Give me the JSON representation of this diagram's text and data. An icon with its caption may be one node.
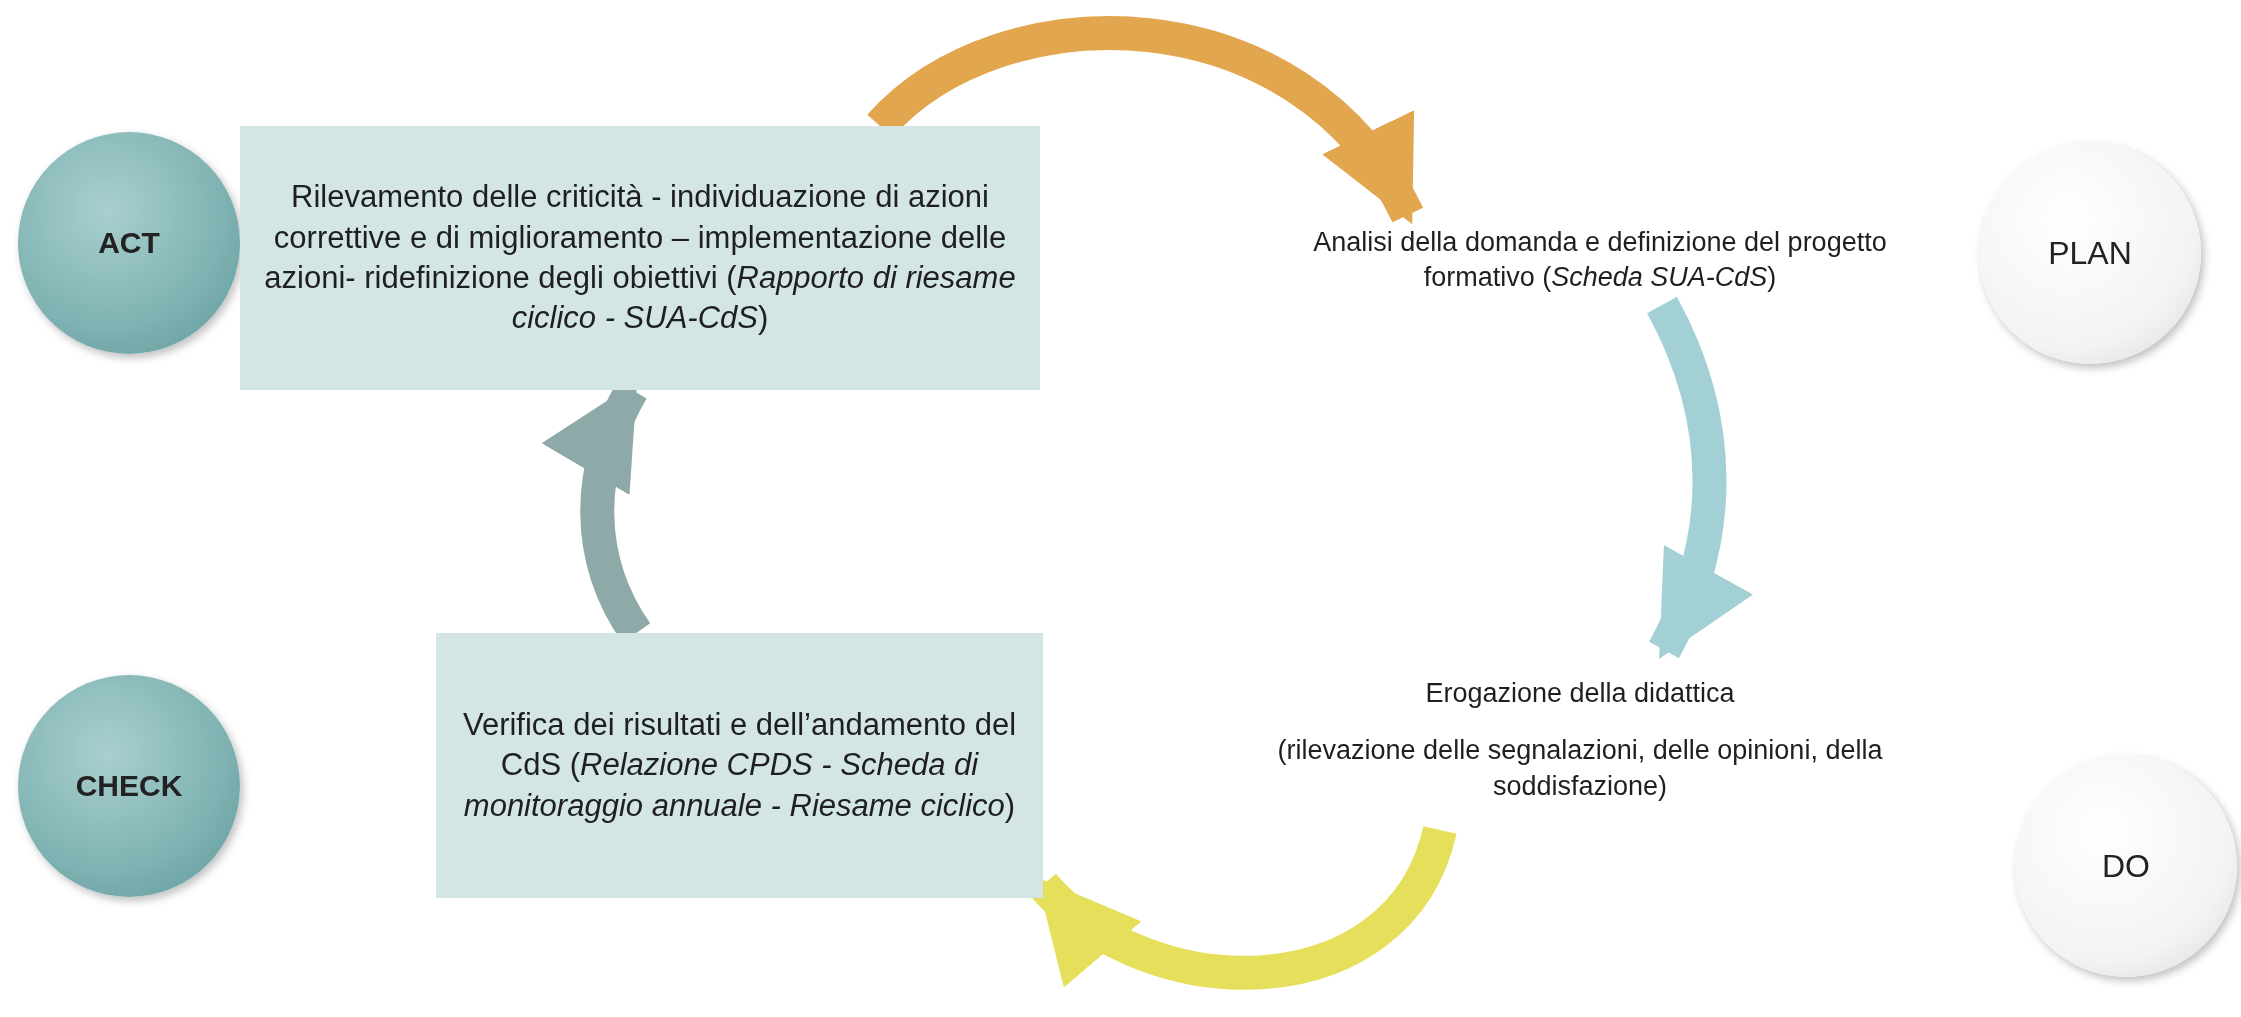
{
  "diagram": {
    "nodes": [
      {
        "text": [
          "ACT"
        ]
      },
      {
        "text": [
          "Rilevamento delle criticità - individuazione di azioni correttive e di miglioramento – implementazione delle azioni- ridefinizione degli obiettivi (*Rapporto di riesame ciclico - SUA-CdS*)"
        ]
      },
      {
        "text": [
          "PLAN"
        ]
      },
      {
        "text": [
          "Analisi della domanda e definizione del progetto formativo (*Scheda SUA-CdS*)"
        ]
      },
      {
        "text": [
          "Erogazione della didattica",
          "(rilevazione delle segnalazioni, delle opinioni, della soddisfazione)"
        ]
      },
      {
        "text": [
          "DO"
        ]
      },
      {
        "text": [
          "CHECK"
        ]
      },
      {
        "text": [
          "Verifica dei risultati e dell’andamento del CdS (*Relazione CPDS - Scheda di monitoraggio annuale - Riesame ciclico*)"
        ]
      }
    ],
    "edges": [
      {
        "from": 1,
        "to": 3,
        "arrow": "to",
        "color": "#e2a64f"
      },
      {
        "from": 3,
        "to": 4,
        "arrow": "to",
        "color": "#a3d0d4"
      },
      {
        "from": 4,
        "to": 7,
        "arrow": "to",
        "color": "#e6df5c"
      },
      {
        "from": 7,
        "to": 1,
        "arrow": "to",
        "color": "#8eaaa8"
      }
    ]
  }
}
